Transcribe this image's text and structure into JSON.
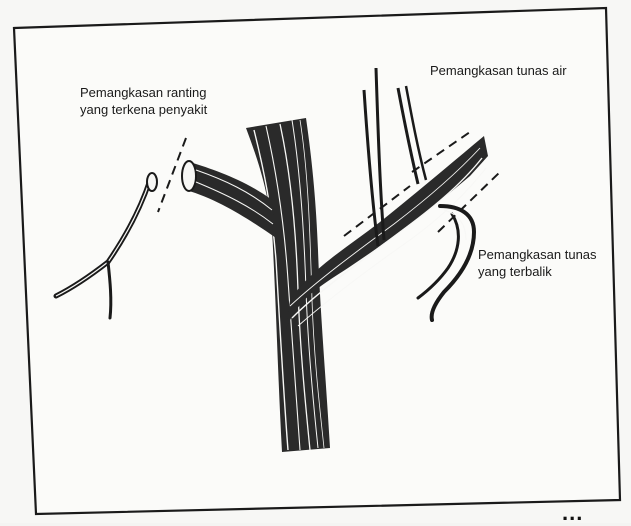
{
  "labels": {
    "diseased_branch": {
      "line1": "Pemangkasan ranting",
      "line2": "yang terkena penyakit"
    },
    "water_shoot": "Pemangkasan tunas air",
    "inverted_shoot": {
      "line1": "Pemangkasan tunas",
      "line2": "yang terbalik"
    }
  },
  "footer_fragment": "...",
  "colors": {
    "ink": "#1a1a1a",
    "paper": "#f7f7f5"
  }
}
